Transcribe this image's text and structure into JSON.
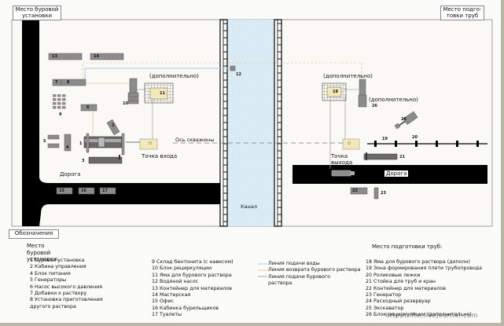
{
  "labels": {
    "drill_site": "Место буровой установки",
    "pipe_site": "Место подго-товки труб",
    "legend_tab": "Обозначения",
    "canal": "Канал",
    "road_left": "Дорога",
    "road_right": "Дорога",
    "well_axis": "Ось скважины",
    "entry_point": "Точка входа",
    "exit_point": "Точка выхода",
    "optional_left": "(дополнительно)",
    "optional_right_top": "(дополнительно)",
    "optional_right_side": "(дополнительно)"
  },
  "item_numbers": {
    "n1": "1",
    "n2": "2",
    "n3": "3",
    "n4": "4",
    "n5": "5",
    "n6": "6",
    "n7": "7",
    "n8": "8",
    "n9": "9",
    "n10": "10",
    "n11": "11",
    "n12": "12",
    "n13": "13",
    "n14": "14",
    "n15": "15",
    "n16": "16",
    "n17": "17",
    "n18": "18",
    "n19": "19",
    "n20": "20",
    "n21": "21",
    "n22": "22",
    "n23": "23",
    "n25": "25",
    "n26": "26"
  },
  "legend": {
    "drill_site_title": "Место буровой установки:",
    "drill_items_col1": [
      "1 Буровая установка",
      "2 Кабина управления",
      "4 Блок питания",
      "5 Генераторы",
      "6 Насос высокого давления",
      "7 Добавки к раствору",
      "8 Установка приготовления",
      "   другого раствора"
    ],
    "drill_items_col2": [
      "9 Склад бентонита (с навесом)",
      "10 Блок рециркуляции",
      "11 Яма для бурового раствора",
      "12 Водяной насос",
      "13 Контейнер для материалов",
      "14 Мастерская",
      "15 Офис",
      "16 Кабинка бурильщиков",
      "17 Туалеты"
    ],
    "lines": [
      {
        "label": "Линия подачи воды",
        "color": "#9fd0e8"
      },
      {
        "label": "Линия возврата бурового раствора",
        "color": "#e8c9a0"
      },
      {
        "label": "Линия подачи бурового раствора",
        "color": "#a8a8a0"
      }
    ],
    "pipe_site_title": "Место подготовки труб:",
    "pipe_items": [
      "18 Яма для бурового раствора (дополн)",
      "19 Зона формирования плети трубопровода",
      "20 Роликовые лежки",
      "21 Стойка для труб и кран",
      "22 Контейнер для материалов",
      "23 Генератор",
      "24 Расходный резервуар",
      "25 Экскаватор",
      "26 Блок рециркуляции (дополнительно)"
    ]
  },
  "watermark": "http://nftn.livejournal.com",
  "colors": {
    "water_line": "#9fd0e8",
    "return_line": "#e8c9a0",
    "feed_line": "#a8a8a0",
    "equipment": "#8c8c8c",
    "road": "#000000",
    "canal": "#dcecf4",
    "pit": "#f2e8b8"
  }
}
